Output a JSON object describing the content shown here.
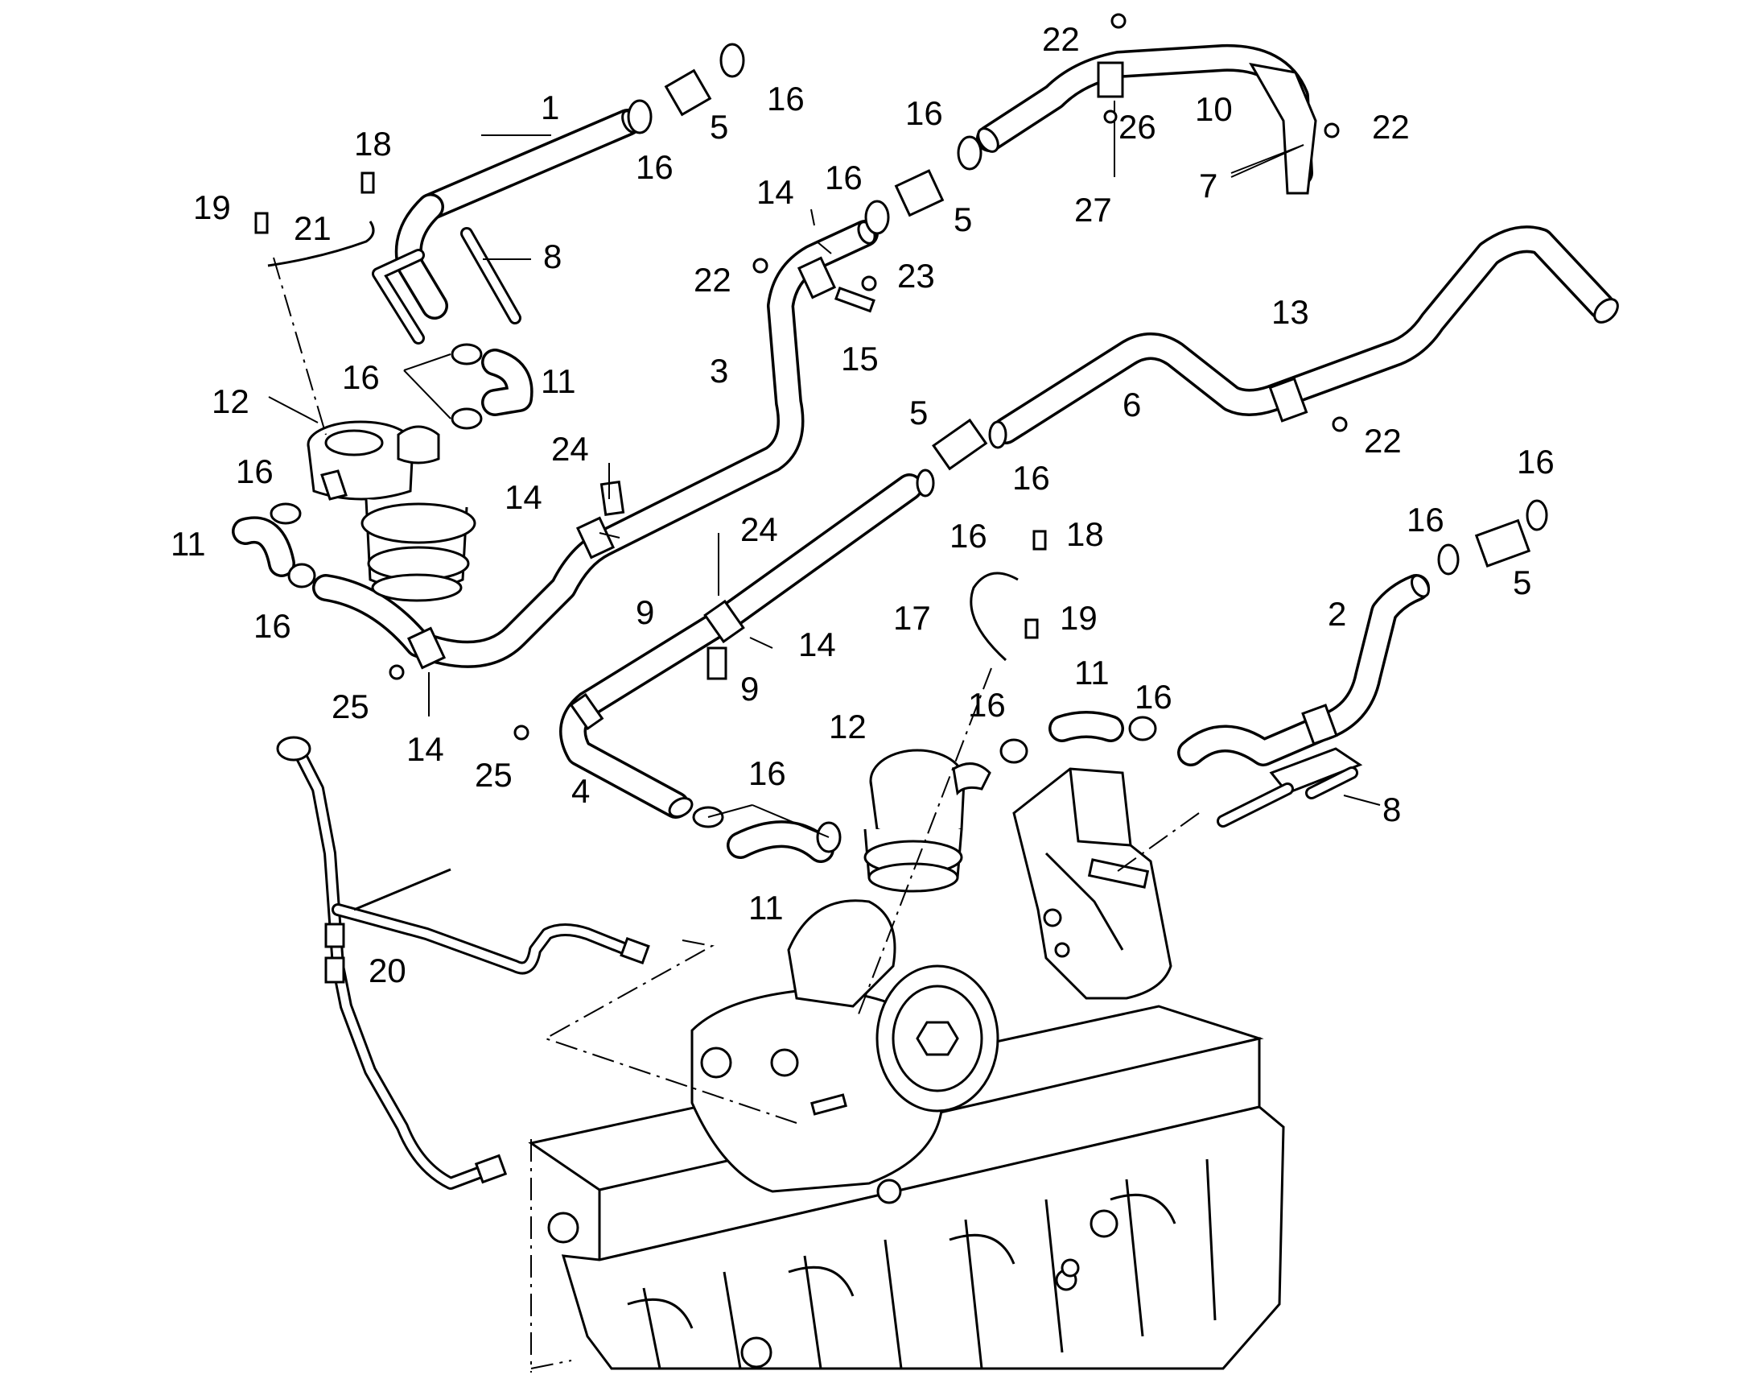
{
  "callouts": [
    {
      "id": "c1",
      "text": "1"
    },
    {
      "id": "c2",
      "text": "2"
    },
    {
      "id": "c3",
      "text": "3"
    },
    {
      "id": "c4",
      "text": "4"
    },
    {
      "id": "c5a",
      "text": "5"
    },
    {
      "id": "c5b",
      "text": "5"
    },
    {
      "id": "c5c",
      "text": "5"
    },
    {
      "id": "c5d",
      "text": "5"
    },
    {
      "id": "c6",
      "text": "6"
    },
    {
      "id": "c7",
      "text": "7"
    },
    {
      "id": "c8a",
      "text": "8"
    },
    {
      "id": "c8b",
      "text": "8"
    },
    {
      "id": "c9a",
      "text": "9"
    },
    {
      "id": "c9b",
      "text": "9"
    },
    {
      "id": "c10",
      "text": "10"
    },
    {
      "id": "c11a",
      "text": "11"
    },
    {
      "id": "c11b",
      "text": "11"
    },
    {
      "id": "c11c",
      "text": "11"
    },
    {
      "id": "c11d",
      "text": "11"
    },
    {
      "id": "c12a",
      "text": "12"
    },
    {
      "id": "c12b",
      "text": "12"
    },
    {
      "id": "c13",
      "text": "13"
    },
    {
      "id": "c14a",
      "text": "14"
    },
    {
      "id": "c14b",
      "text": "14"
    },
    {
      "id": "c14c",
      "text": "14"
    },
    {
      "id": "c14d",
      "text": "14"
    },
    {
      "id": "c15",
      "text": "15"
    },
    {
      "id": "c16a",
      "text": "16"
    },
    {
      "id": "c16b",
      "text": "16"
    },
    {
      "id": "c16c",
      "text": "16"
    },
    {
      "id": "c16d",
      "text": "16"
    },
    {
      "id": "c16e",
      "text": "16"
    },
    {
      "id": "c16f",
      "text": "16"
    },
    {
      "id": "c16g",
      "text": "16"
    },
    {
      "id": "c16h",
      "text": "16"
    },
    {
      "id": "c16i",
      "text": "16"
    },
    {
      "id": "c16j",
      "text": "16"
    },
    {
      "id": "c16k",
      "text": "16"
    },
    {
      "id": "c16l",
      "text": "16"
    },
    {
      "id": "c16m",
      "text": "16"
    },
    {
      "id": "c16n",
      "text": "16"
    },
    {
      "id": "c17",
      "text": "17"
    },
    {
      "id": "c18a",
      "text": "18"
    },
    {
      "id": "c18b",
      "text": "18"
    },
    {
      "id": "c19a",
      "text": "19"
    },
    {
      "id": "c19b",
      "text": "19"
    },
    {
      "id": "c20",
      "text": "20"
    },
    {
      "id": "c21",
      "text": "21"
    },
    {
      "id": "c22a",
      "text": "22"
    },
    {
      "id": "c22b",
      "text": "22"
    },
    {
      "id": "c22c",
      "text": "22"
    },
    {
      "id": "c22d",
      "text": "22"
    },
    {
      "id": "c23",
      "text": "23"
    },
    {
      "id": "c24a",
      "text": "24"
    },
    {
      "id": "c24b",
      "text": "24"
    },
    {
      "id": "c25a",
      "text": "25"
    },
    {
      "id": "c25b",
      "text": "25"
    },
    {
      "id": "c26",
      "text": "26"
    },
    {
      "id": "c27",
      "text": "27"
    }
  ]
}
